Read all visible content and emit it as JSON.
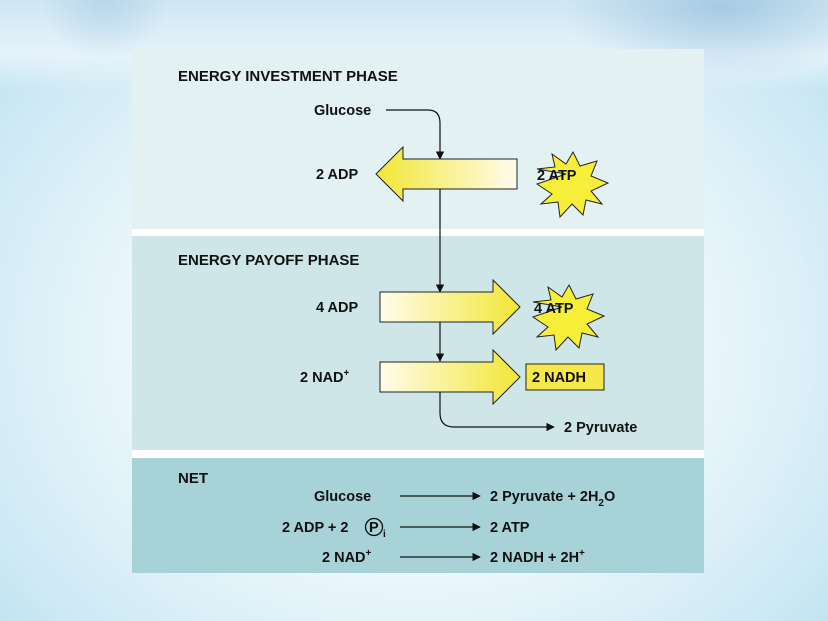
{
  "investment": {
    "title": "ENERGY INVESTMENT PHASE",
    "glucose": "Glucose",
    "adp_out": "2 ADP",
    "atp_in": "2 ATP"
  },
  "payoff": {
    "title": "ENERGY PAYOFF PHASE",
    "adp_in": "4 ADP",
    "atp_out": "4 ATP",
    "nad_in_num": "2 NAD",
    "nad_in_sup": "+",
    "nadh_out": "2 NADH",
    "pyruvate": "2 Pyruvate"
  },
  "net": {
    "title": "NET",
    "eq1_left": "Glucose",
    "eq1_right_a": "2 Pyruvate + 2H",
    "eq1_right_sub": "2",
    "eq1_right_b": "O",
    "eq2_left_a": "2 ADP + 2",
    "eq2_left_circle": "P",
    "eq2_left_sub": "i",
    "eq2_right": "2 ATP",
    "eq3_left_a": "2 NAD",
    "eq3_left_sup": "+",
    "eq3_right_a": "2 NADH + 2H",
    "eq3_right_sup": "+"
  },
  "colors": {
    "arrow_fill_light": "#fffbe0",
    "arrow_fill_dark": "#f3e93a",
    "starburst": "#f7ee3a",
    "nadh_box": "#f5e84a"
  }
}
